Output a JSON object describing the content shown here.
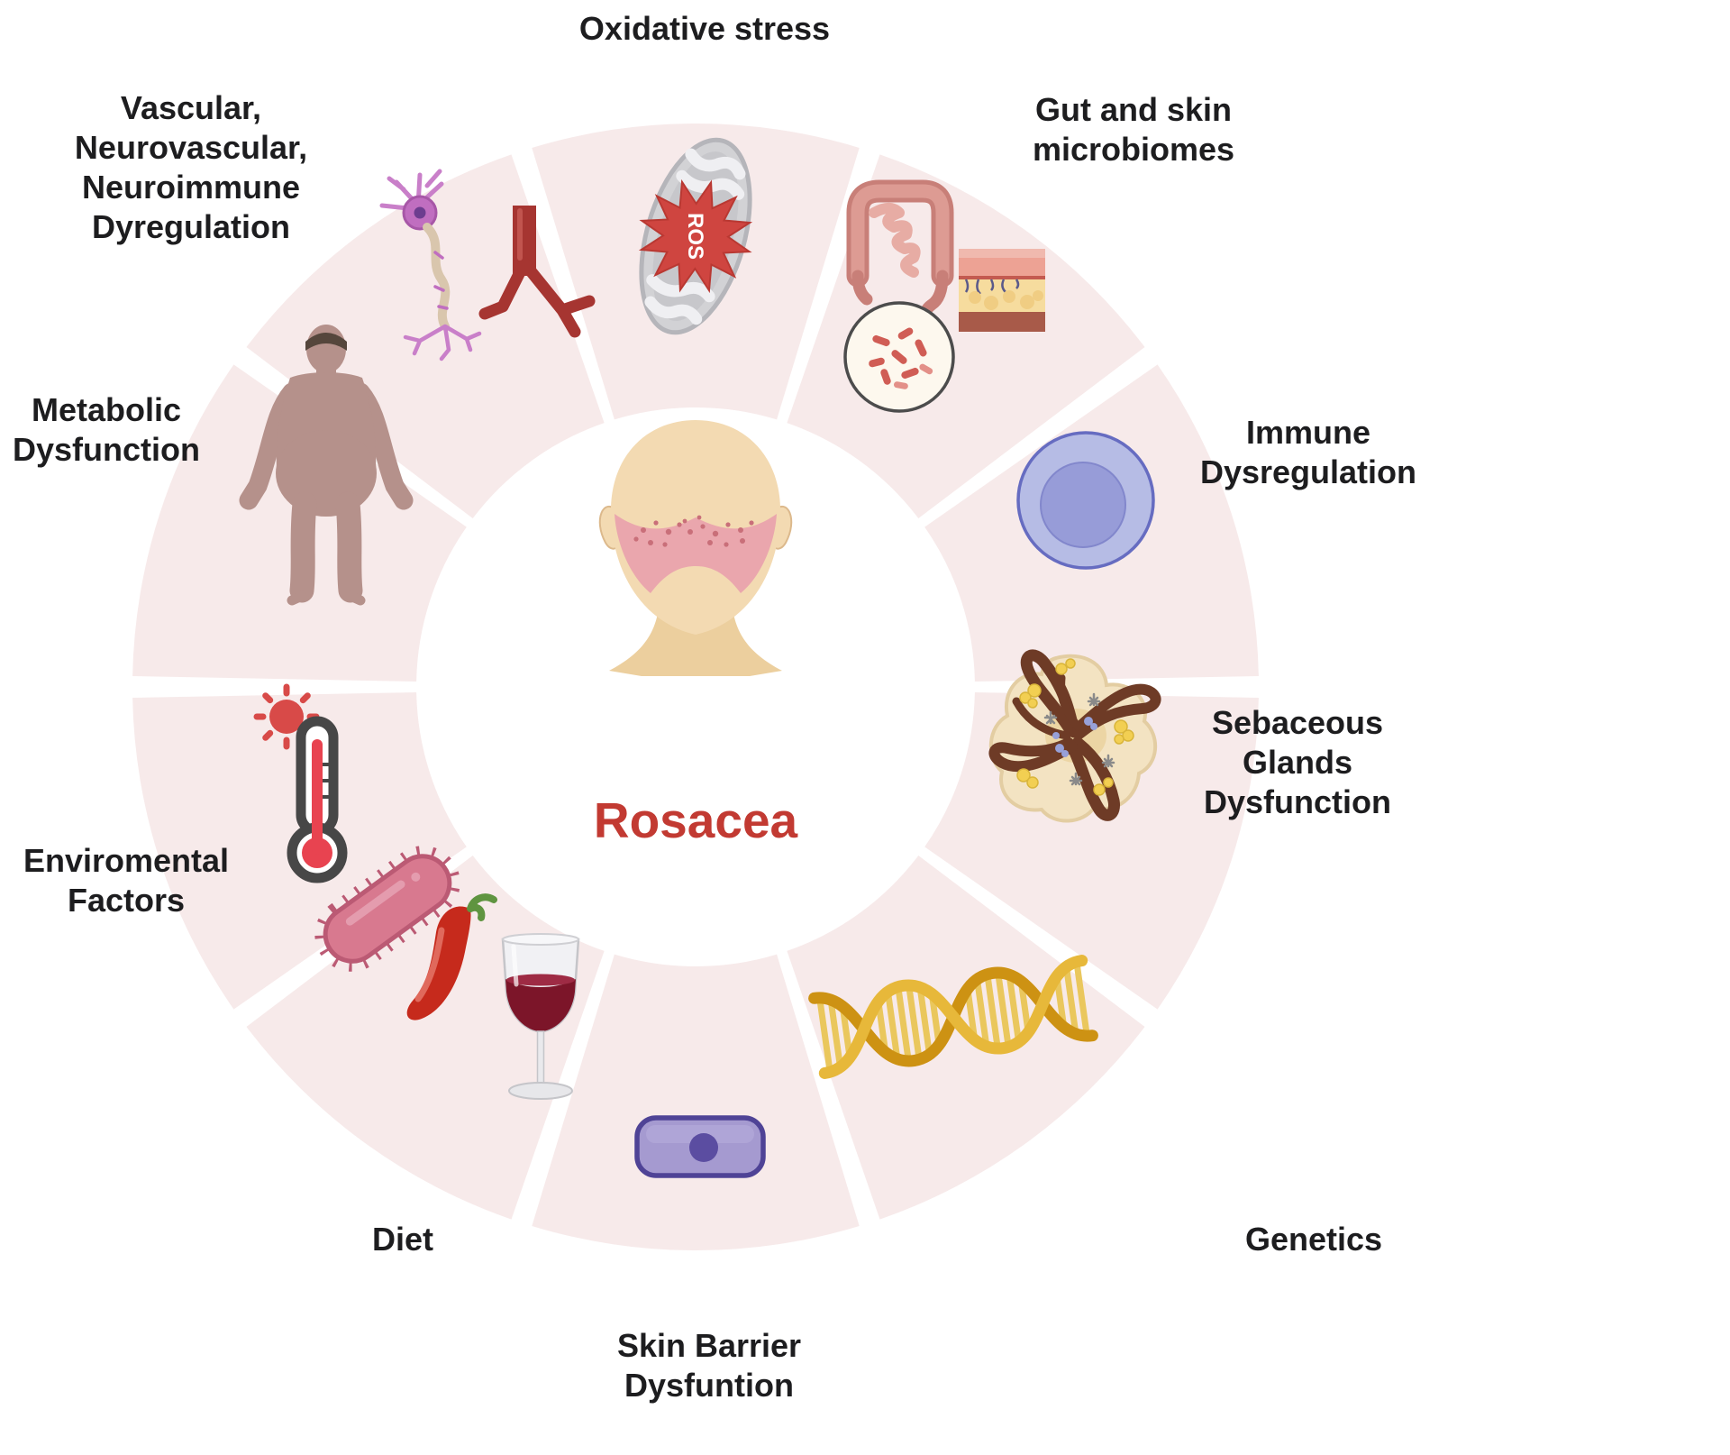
{
  "title": "Rosacea",
  "ros_label": "ROS",
  "colors": {
    "segment_fill": "#f7eaea",
    "background": "#ffffff",
    "title_red": "#c23a32",
    "label_color": "#1d1d1f"
  },
  "wheel": {
    "segments": [
      {
        "id": "oxidative-stress",
        "label_lines": [
          "Oxidative stress"
        ]
      },
      {
        "id": "gut-skin-microbiomes",
        "label_lines": [
          "Gut and skin",
          "microbiomes"
        ]
      },
      {
        "id": "immune-dysregulation",
        "label_lines": [
          "Immune",
          "Dysregulation"
        ]
      },
      {
        "id": "sebaceous-glands",
        "label_lines": [
          "Sebaceous",
          "Glands",
          "Dysfunction"
        ]
      },
      {
        "id": "genetics",
        "label_lines": [
          "Genetics"
        ]
      },
      {
        "id": "skin-barrier",
        "label_lines": [
          "Skin Barrier",
          "Dysfuntion"
        ]
      },
      {
        "id": "diet",
        "label_lines": [
          "Diet"
        ]
      },
      {
        "id": "environmental",
        "label_lines": [
          "Enviromental",
          "Factors"
        ]
      },
      {
        "id": "metabolic",
        "label_lines": [
          "Metabolic",
          "Dysfunction"
        ]
      },
      {
        "id": "vascular",
        "label_lines": [
          "Vascular,",
          "Neurovascular,",
          "Neuroimmune",
          "Dyregulation"
        ]
      }
    ]
  },
  "icons": {
    "oxidative-stress": [
      "mitochondria-icon",
      "ros-starburst-icon"
    ],
    "gut-skin-microbiomes": [
      "intestine-icon",
      "skin-icon",
      "petri-dish-icon"
    ],
    "immune-dysregulation": [
      "immune-cell-icon"
    ],
    "sebaceous-glands": [
      "sebaceous-gland-icon"
    ],
    "genetics": [
      "dna-icon"
    ],
    "skin-barrier": [
      "skin-cell-icon"
    ],
    "diet": [
      "chili-icon",
      "wine-glass-icon"
    ],
    "environmental": [
      "sun-icon",
      "thermometer-icon",
      "bacteria-icon"
    ],
    "metabolic": [
      "body-icon"
    ],
    "vascular": [
      "neuron-icon",
      "blood-vessel-icon"
    ],
    "center": [
      "face-icon"
    ]
  }
}
